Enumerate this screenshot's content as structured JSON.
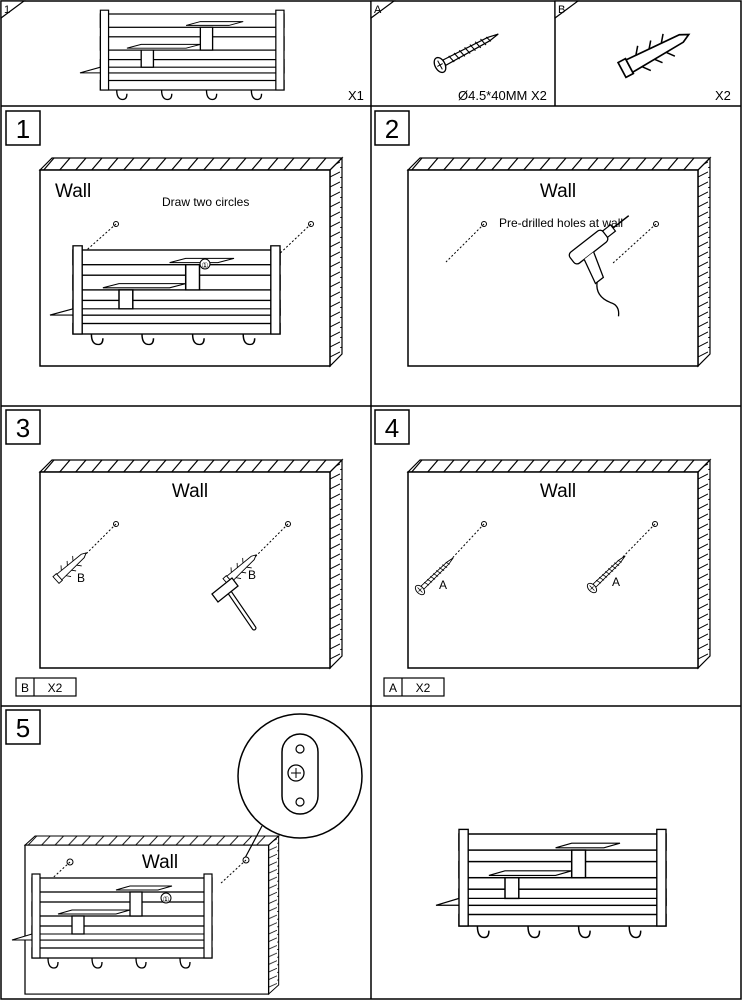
{
  "parts": [
    {
      "label": "1",
      "qty": "X1"
    },
    {
      "label": "A",
      "spec": "Ø4.5*40MM X2"
    },
    {
      "label": "B",
      "qty": "X2"
    }
  ],
  "wall_label": "Wall",
  "steps": [
    {
      "number": "1",
      "note": "Draw two circles"
    },
    {
      "number": "2",
      "note": "Pre-drilled holes at wall"
    },
    {
      "number": "3",
      "part_callout": "B",
      "parts_used": {
        "part": "B",
        "qty": "X2"
      }
    },
    {
      "number": "4",
      "part_callout": "A",
      "parts_used": {
        "part": "A",
        "qty": "X2"
      }
    },
    {
      "number": "5"
    }
  ],
  "circle_marker": "①"
}
